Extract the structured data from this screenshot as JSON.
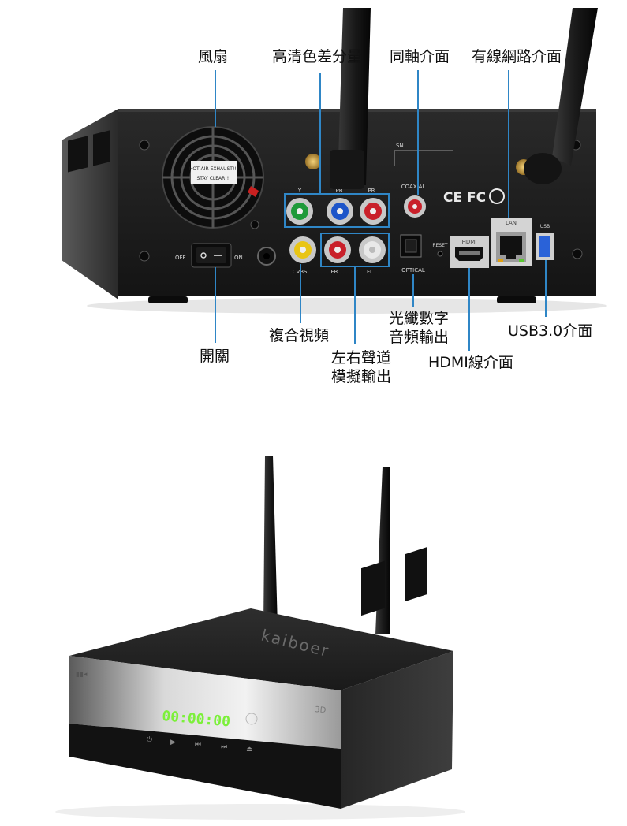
{
  "callouts": {
    "fan": "風扇",
    "component": "高清色差分量",
    "coaxial": "同軸介面",
    "lan": "有線網路介面",
    "composite": "複合視頻",
    "power_switch": "開關",
    "stereo_line1": "左右聲道",
    "stereo_line2": "模擬輸出",
    "optical_line1": "光纖數字",
    "optical_line2": "音頻輸出",
    "hdmi": "HDMI線介面",
    "usb": "USB3.0介面"
  },
  "panel_labels": {
    "fan_sticker_1": "HOT AIR EXHAUST!!!",
    "fan_sticker_2": "STAY CLEAR!!!",
    "switch_off": "OFF",
    "switch_on": "ON",
    "y": "Y",
    "pb": "PB",
    "pr": "PR",
    "cvbs": "CVBS",
    "fr": "FR",
    "fl": "FL",
    "coaxial": "COAXIAL",
    "optical": "OPTICAL",
    "reset": "RESET",
    "hdmi": "HDMI",
    "lan": "LAN",
    "usb": "USB",
    "sn": "SN",
    "certs": "CE FC"
  },
  "front": {
    "brand": "kaiboer",
    "display": "00:00:00",
    "badge_3d": "3D"
  },
  "colors": {
    "leader": "#2f86c6",
    "device_body": "#1b1b1b",
    "jack_green": "#1f9a3a",
    "jack_blue": "#1d55c9",
    "jack_red": "#c9202a",
    "jack_yellow": "#e9c515",
    "usb_blue": "#2a62d8",
    "display_green": "#7cf03a"
  }
}
